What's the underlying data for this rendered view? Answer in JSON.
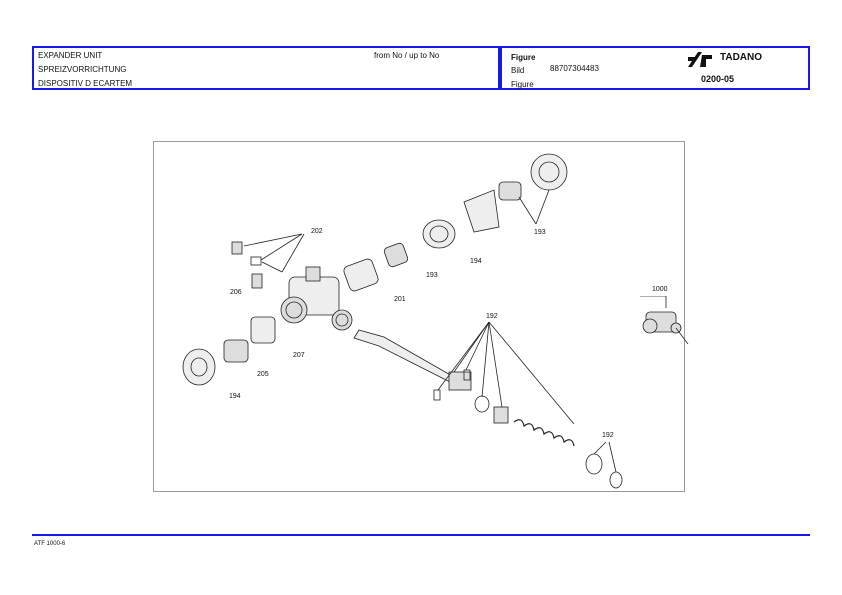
{
  "header": {
    "title_en": "EXPANDER UNIT",
    "title_de": "SPREIZVORRICHTUNG",
    "title_fr": "DISPOSITIV D ECARTEM",
    "range": "from No / up to No",
    "figure_label_en": "Figure",
    "figure_label_de": "Bild",
    "figure_label_fr": "Figure",
    "figure_number": "88707304483",
    "brand": "TADANO",
    "page_code": "0200-05"
  },
  "drawing": {
    "callouts": [
      "202",
      "206",
      "193",
      "194",
      "193",
      "201",
      "207",
      "205",
      "194",
      "192",
      "192",
      "1000"
    ]
  },
  "footer": {
    "code": "ATF 1000-6"
  }
}
